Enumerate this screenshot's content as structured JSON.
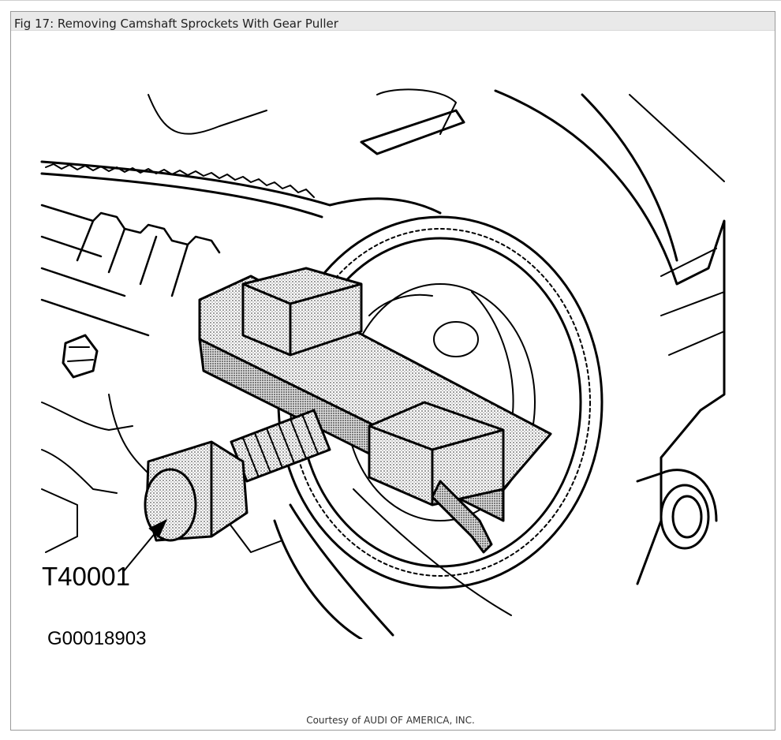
{
  "figure": {
    "title": "Fig 17: Removing Camshaft Sprockets With Gear Puller",
    "tool_label": "T40001",
    "reference_code": "G00018903",
    "credit": "Courtesy of AUDI OF AMERICA, INC."
  }
}
